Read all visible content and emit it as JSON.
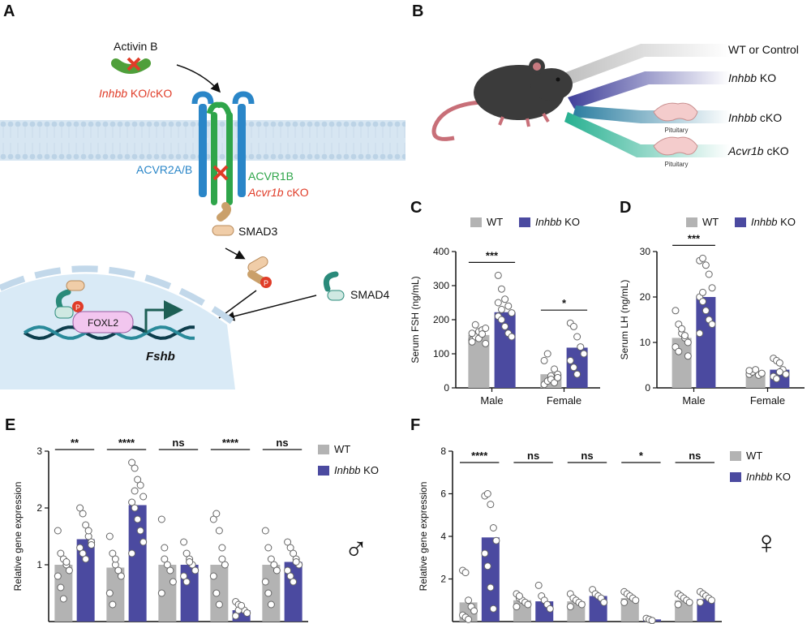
{
  "colors": {
    "wt": "#b3b3b3",
    "ko": "#4b4aa0",
    "red": "#e03c28",
    "blue": "#2a86c8",
    "green": "#2fa54a",
    "teal": "#2a8a7a",
    "dot": "#ffffff"
  },
  "panelA": {
    "label": "A",
    "activin": "Activin B",
    "inhbb_ital": "Inhbb",
    "inhbb_rest": " KO/cKO",
    "acvr2": "ACVR2A/B",
    "acvr1b": "ACVR1B",
    "acvr1b_cko_ital": "Acvr1b",
    "acvr1b_cko_rest": " cKO",
    "smad3": "SMAD3",
    "smad4": "SMAD4",
    "foxl2": "FOXL2",
    "p": "P",
    "fshb": "Fshb"
  },
  "panelB": {
    "label": "B",
    "lines": [
      {
        "ital": "",
        "rest": "WT or Control"
      },
      {
        "ital": "Inhbb",
        "rest": " KO"
      },
      {
        "ital": "Inhbb",
        "rest": " cKO"
      },
      {
        "ital": "Acvr1b",
        "rest": " cKO"
      }
    ],
    "pituitary": "Pituitary"
  },
  "panelC": {
    "label": "C",
    "legend": {
      "wt": "WT",
      "ko_ital": "Inhbb",
      "ko_rest": " KO"
    },
    "chart_data": {
      "type": "bar",
      "ylabel": "Serum FSH (ng/mL)",
      "ylim": [
        0,
        400
      ],
      "yticks": [
        "0",
        "100",
        "200",
        "300",
        "400"
      ],
      "categories": [
        "Male",
        "Female"
      ],
      "series": [
        {
          "name": "WT",
          "values": [
            155,
            40
          ],
          "points": [
            [
              140,
              150,
              165,
              170,
              130,
              160,
              185,
              145,
              158,
              175,
              135
            ],
            [
              10,
              20,
              35,
              55,
              40,
              80,
              100,
              25,
              15,
              30
            ]
          ]
        },
        {
          "name": "Inhbb KO",
          "values": [
            222,
            118
          ],
          "points": [
            [
              330,
              290,
              260,
              240,
              220,
              210,
              200,
              180,
              160,
              150,
              250,
              230
            ],
            [
              190,
              180,
              150,
              120,
              100,
              80,
              60,
              40
            ]
          ]
        }
      ],
      "significance": [
        "***",
        "*"
      ]
    }
  },
  "panelD": {
    "label": "D",
    "legend": {
      "wt": "WT",
      "ko_ital": "Inhbb",
      "ko_rest": " KO"
    },
    "chart_data": {
      "type": "bar",
      "ylabel": "Serum LH (ng/mL)",
      "ylim": [
        0,
        30
      ],
      "yticks": [
        "0",
        "10",
        "20",
        "30"
      ],
      "categories": [
        "Male",
        "Female"
      ],
      "series": [
        {
          "name": "WT",
          "values": [
            11,
            3.5
          ],
          "points": [
            [
              17,
              14,
              12,
              11,
              10,
              9,
              8,
              13,
              11.5,
              7
            ],
            [
              3,
              3.5,
              4,
              2.8,
              3.2,
              3.8
            ]
          ]
        },
        {
          "name": "Inhbb KO",
          "values": [
            20,
            4
          ],
          "points": [
            [
              28,
              28.5,
              27,
              25,
              22,
              20,
              19,
              17,
              15,
              14,
              12,
              21
            ],
            [
              6.5,
              6,
              5.5,
              4,
              3,
              2.5,
              2,
              3.5
            ]
          ]
        }
      ],
      "significance": [
        "***"
      ]
    }
  },
  "panelE": {
    "label": "E",
    "legend": {
      "wt": "WT",
      "ko_ital": "Inhbb",
      "ko_rest": " KO"
    },
    "symbol": "♂",
    "chart_data": {
      "type": "bar",
      "ylabel": "Relative gene expression",
      "ylim": [
        0,
        3
      ],
      "yticks": [
        "1",
        "2",
        "3"
      ],
      "groups": 5,
      "series": [
        {
          "name": "WT",
          "values": [
            1.0,
            0.95,
            1.0,
            1.0,
            1.0
          ],
          "points": [
            [
              1.6,
              1.2,
              1.1,
              1.0,
              0.9,
              0.8,
              0.6,
              0.4,
              1.05
            ],
            [
              1.5,
              1.2,
              1.0,
              0.9,
              0.8,
              0.5,
              0.3,
              1.1
            ],
            [
              1.8,
              1.3,
              1.0,
              0.9,
              0.7,
              0.5,
              1.1
            ],
            [
              1.8,
              1.9,
              1.6,
              1.3,
              1.0,
              0.8,
              0.5,
              0.3,
              1.1
            ],
            [
              1.6,
              1.3,
              1.1,
              1.0,
              0.9,
              0.7,
              0.5,
              0.3
            ]
          ]
        },
        {
          "name": "Inhbb KO",
          "values": [
            1.45,
            2.05,
            1.0,
            0.2,
            1.05
          ],
          "points": [
            [
              2.0,
              1.9,
              1.7,
              1.5,
              1.4,
              1.3,
              1.2,
              1.1,
              1.6,
              1.35
            ],
            [
              2.8,
              2.7,
              2.5,
              2.4,
              2.2,
              2.1,
              2.0,
              1.8,
              1.6,
              1.4,
              1.2,
              2.3
            ],
            [
              1.4,
              1.2,
              1.1,
              1.0,
              0.9,
              0.8,
              0.7,
              1.05
            ],
            [
              0.35,
              0.3,
              0.25,
              0.2,
              0.15,
              0.1,
              0.2,
              0.28
            ],
            [
              1.4,
              1.3,
              1.2,
              1.1,
              1.0,
              0.9,
              0.8,
              0.7,
              1.05
            ]
          ]
        }
      ],
      "significance": [
        "**",
        "****",
        "ns",
        "****",
        "ns"
      ]
    }
  },
  "panelF": {
    "label": "F",
    "legend": {
      "wt": "WT",
      "ko_ital": "Inhbb",
      "ko_rest": " KO"
    },
    "symbol": "♀",
    "chart_data": {
      "type": "bar",
      "ylabel": "Relative gene expression",
      "ylim": [
        0,
        8
      ],
      "yticks": [
        "2",
        "4",
        "6",
        "8"
      ],
      "groups": 5,
      "series": [
        {
          "name": "WT",
          "values": [
            0.9,
            1.0,
            0.95,
            1.1,
            1.0
          ],
          "points": [
            [
              2.4,
              2.3,
              1.0,
              0.7,
              0.5,
              0.3,
              0.2,
              0.1
            ],
            [
              1.3,
              1.1,
              1.0,
              0.9,
              0.8,
              0.7,
              1.2
            ],
            [
              1.3,
              1.1,
              1.0,
              0.9,
              0.8,
              0.7
            ],
            [
              1.4,
              1.3,
              1.2,
              1.1,
              1.0,
              0.9
            ],
            [
              1.3,
              1.2,
              1.1,
              1.0,
              0.9,
              0.8
            ]
          ]
        },
        {
          "name": "Inhbb KO",
          "values": [
            3.95,
            0.95,
            1.2,
            0.1,
            1.05
          ],
          "points": [
            [
              5.9,
              6.0,
              5.5,
              4.4,
              3.8,
              3.2,
              2.6,
              1.6,
              0.6
            ],
            [
              1.7,
              1.2,
              1.0,
              0.8,
              0.6
            ],
            [
              1.5,
              1.3,
              1.2,
              1.1,
              0.9
            ],
            [
              0.15,
              0.1,
              0.05
            ],
            [
              1.4,
              1.3,
              1.2,
              1.1,
              1.0,
              0.9
            ]
          ]
        }
      ],
      "significance": [
        "****",
        "ns",
        "ns",
        "*",
        "ns"
      ]
    }
  }
}
